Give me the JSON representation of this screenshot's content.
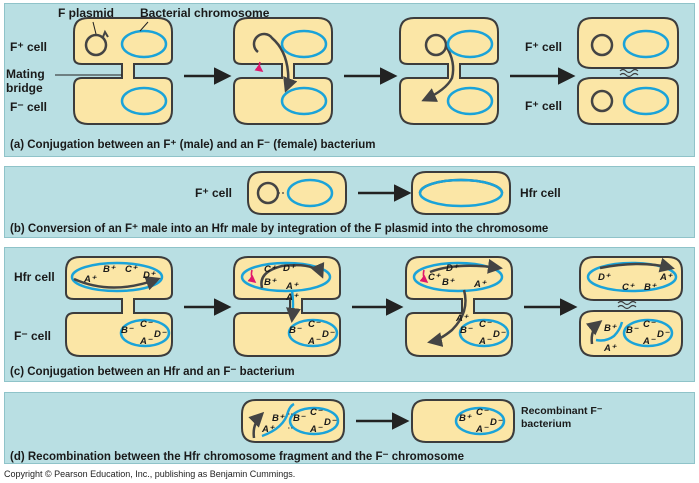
{
  "labels": {
    "f_plasmid": "F plasmid",
    "bacterial_chromosome": "Bacterial chromosome",
    "f_plus_cell": "F⁺ cell",
    "f_minus_cell": "F⁻ cell",
    "mating_bridge_line1": "Mating",
    "mating_bridge_line2": "bridge",
    "hfr_cell": "Hfr cell",
    "recombinant_line1": "Recombinant F⁻",
    "recombinant_line2": "bacterium"
  },
  "captions": {
    "a": "(a) Conjugation between an F⁺ (male) and an F⁻ (female) bacterium",
    "b": "(b) Conversion of an F⁺ male into an Hfr male by integration of the F plasmid into the chromosome",
    "c": "(c) Conjugation between an Hfr and an  F⁻ bacterium",
    "d": "(d) Recombination between the Hfr chromosome fragment and the F⁻ chromosome"
  },
  "genes": {
    "a_plus": "A⁺",
    "b_plus": "B⁺",
    "c_plus": "C⁺",
    "d_plus": "D⁺",
    "a_minus": "A⁻",
    "b_minus": "B⁻",
    "c_minus": "C⁻",
    "d_minus": "D⁻"
  },
  "copyright": "Copyright © Pearson Education, Inc., publishing as Benjamin Cummings.",
  "colors": {
    "panel": "#b9dfe3",
    "cell_fill": "#fbe6a6",
    "cell_stroke": "#3c3c3c",
    "chromosome": "#1aa3d9",
    "plasmid": "#444444",
    "origin_marker": "#e0186c"
  }
}
